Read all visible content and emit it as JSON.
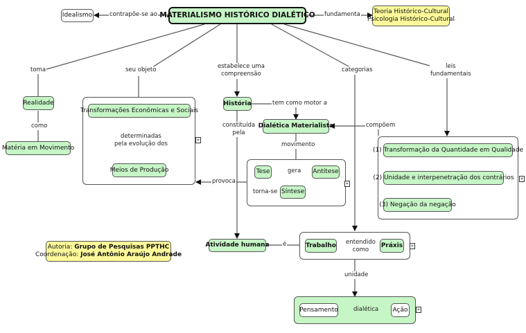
{
  "concepts": {
    "root": "MATERIALISMO HISTÓRICO DIALÉTICO",
    "idealismo": "Idealismo",
    "teoria": [
      "Teoria Histórico-Cultural",
      "Psicologia Histórico-Cultural"
    ],
    "realidade": "Realidade",
    "materia": "Matéria em Movimento",
    "transformacoes": "Transformações Econômicas e Sociais",
    "meios": "Meios de Produção",
    "historia": "História",
    "dialetica": "Dialética Materialista",
    "tese": "Tese",
    "antitese": "Antítese",
    "sintese": "Síntese",
    "leis": [
      "(1) Transformação da Quantidade em Qualidade",
      "(2) Unidade e interpenetração dos contrários",
      "(3) Negação da negação"
    ],
    "atividade": "Atividade humana",
    "trabalho": "Trabalho",
    "praxis": "Práxis",
    "pensamento": "Pensamento",
    "acao": "Ação"
  },
  "credits": {
    "autoria_label": "Autoria:",
    "autoria_value": "Grupo de Pesquisas PPTHC",
    "coordenacao_label": "Coordenação:",
    "coordenacao_value": "José Antônio Araújo Andrade"
  },
  "links": {
    "contrapoe": "contrapõe-se ao",
    "fundamenta": "fundamenta",
    "toma": "toma",
    "como": "como",
    "seu_objeto": "seu objeto",
    "determinadas": [
      "determinadas",
      "pela evolução dos"
    ],
    "estabelece": [
      "estabelece uma",
      "compreensão"
    ],
    "categorias": "categorias",
    "leis_fundamentais": [
      "leis",
      "fundamentais"
    ],
    "tem_como_motor": "tem como motor a",
    "compoem": "compõem",
    "constituida": [
      "constituída",
      "pela"
    ],
    "movimento": "movimento",
    "gera": "gera",
    "torna_se": "torna-se",
    "provoca": "provoca",
    "e": "é",
    "entendido": [
      "entendido",
      "como"
    ],
    "unidade": "unidade",
    "dialetica": "dialética"
  },
  "collapse_icon": "«",
  "colors": {
    "concept_green": "#c6f5c6",
    "note_yellow": "#fdf99a",
    "line": "#555555"
  }
}
